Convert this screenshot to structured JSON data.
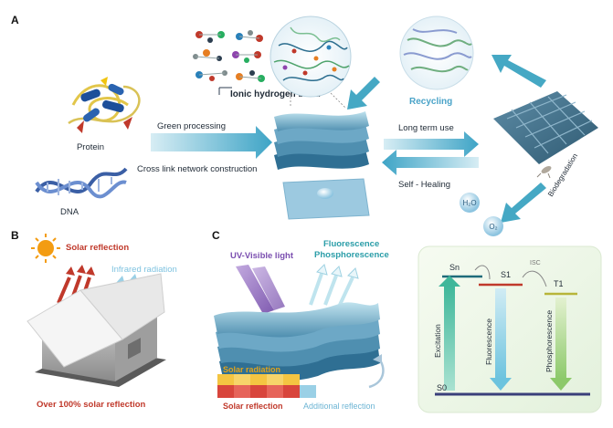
{
  "panels": {
    "a": "A",
    "b": "B",
    "c": "C"
  },
  "panel_a": {
    "ionic_bond": "Ionic hydrogen bond",
    "protein": "Protein",
    "dna": "DNA",
    "green_processing": "Green processing",
    "cross_link": "Cross link network construction",
    "recycling": "Recycling",
    "long_term_use": "Long term use",
    "self_healing": "Self - Healing",
    "biodegradation": "Biodegradation",
    "h2o": "H₂O",
    "o2": "O₂"
  },
  "panel_b": {
    "solar_reflection": "Solar reflection",
    "infrared_radiation": "Infrared radiation",
    "over_100": "Over 100% solar reflection"
  },
  "panel_c": {
    "uv_visible": "UV-Visible light",
    "fluorescence_line1": "Fluorescence",
    "phosphorescence_line1": "Phosphorescence",
    "solar_radiation": "Solar radiation",
    "solar_reflection": "Solar reflection",
    "additional_reflection": "Additional reflection",
    "energy": {
      "sn": "Sn",
      "s1": "S1",
      "t1": "T1",
      "s0": "S0",
      "isc": "ISC",
      "excitation": "Excitation",
      "fluorescence": "Fluorescence",
      "phosphorescence": "Phosphorescence"
    }
  },
  "colors": {
    "film_blue": "#7fb4cf",
    "arrow_teal": "#45a8c4",
    "recycling_text": "#4aa3c8",
    "solar_red": "#c0392b",
    "infrared_blue": "#7fc3e0",
    "uv_purple": "#7b4fb0",
    "fluor_teal": "#2a9da8",
    "sun_orange": "#f39c12",
    "energy_panel_bg": "#eef7e9"
  }
}
